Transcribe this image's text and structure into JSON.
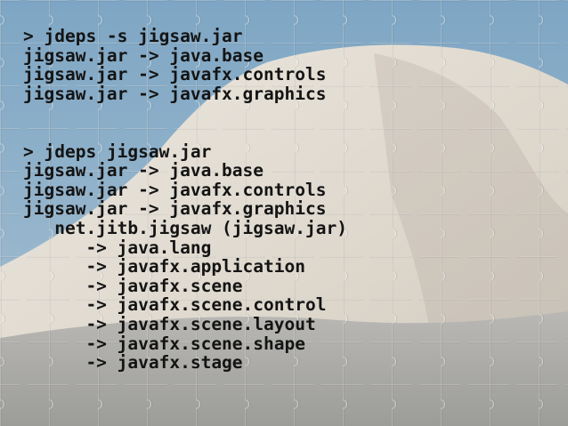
{
  "colors": {
    "sky": "#8fb2cd",
    "rock": "#e3ddd3",
    "text": "#141414"
  },
  "background": {
    "icon": "jigsaw-puzzle-cliff-photo"
  },
  "block1": {
    "command": "> jdeps -s jigsaw.jar",
    "lines": [
      "jigsaw.jar -> java.base",
      "jigsaw.jar -> javafx.controls",
      "jigsaw.jar -> javafx.graphics"
    ]
  },
  "block2": {
    "command": "> jdeps jigsaw.jar",
    "lines": [
      "jigsaw.jar -> java.base",
      "jigsaw.jar -> javafx.controls",
      "jigsaw.jar -> javafx.graphics"
    ],
    "package_line": "   net.jitb.jigsaw (jigsaw.jar)",
    "deps": [
      "      -> java.lang",
      "      -> javafx.application",
      "      -> javafx.scene",
      "      -> javafx.scene.control",
      "      -> javafx.scene.layout",
      "      -> javafx.scene.shape",
      "      -> javafx.stage"
    ]
  }
}
